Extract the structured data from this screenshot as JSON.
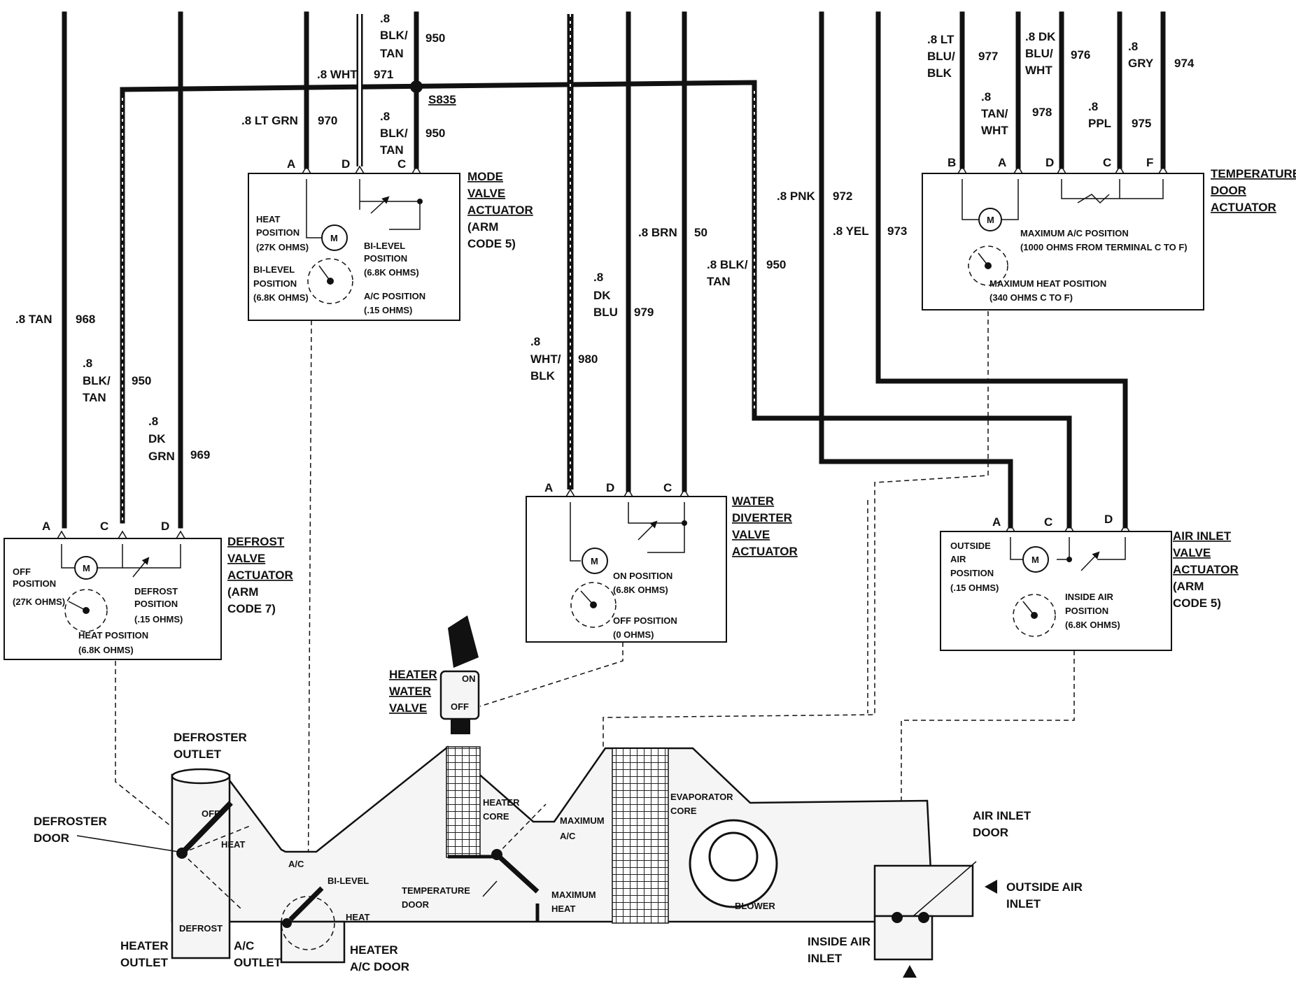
{
  "wires": {
    "w968": {
      "color": ".8 TAN",
      "circuit": "968"
    },
    "w950_left": {
      "color_a": ".8",
      "color_b": "BLK/",
      "color_c": "TAN",
      "circuit": "950"
    },
    "w969": {
      "color_a": ".8",
      "color_b": "DK",
      "color_c": "GRN",
      "circuit": "969"
    },
    "w970": {
      "color": ".8 LT GRN",
      "circuit": "970"
    },
    "w971": {
      "color": ".8 WHT",
      "circuit": "971"
    },
    "w950_top": {
      "color_a": ".8",
      "color_b": "BLK/",
      "color_c": "TAN",
      "circuit": "950"
    },
    "w950_mid": {
      "color_a": ".8",
      "color_b": "BLK/",
      "color_c": "TAN",
      "circuit": "950"
    },
    "splice": "S835",
    "w980": {
      "color_a": ".8",
      "color_b": "WHT/",
      "color_c": "BLK",
      "circuit": "980"
    },
    "w979": {
      "color_a": ".8",
      "color_b": "DK",
      "color_c": "BLU",
      "circuit": "979"
    },
    "w50": {
      "color": ".8 BRN",
      "circuit": "50"
    },
    "w950_right": {
      "color_a": ".8 BLK/",
      "color_b": "TAN",
      "circuit": "950"
    },
    "w972": {
      "color": ".8 PNK",
      "circuit": "972"
    },
    "w973": {
      "color": ".8 YEL",
      "circuit": "973"
    },
    "w977": {
      "color_a": ".8 LT",
      "color_b": "BLU/",
      "color_c": "BLK",
      "circuit": "977"
    },
    "w976": {
      "color_a": ".8 DK",
      "color_b": "BLU/",
      "color_c": "WHT",
      "circuit": "976"
    },
    "w978": {
      "color_a": ".8",
      "color_b": "TAN/",
      "color_c": "WHT",
      "circuit": "978"
    },
    "w975": {
      "color_a": ".8",
      "color_b": "PPL",
      "circuit": "975"
    },
    "w974": {
      "color_a": ".8",
      "color_b": "GRY",
      "circuit": "974"
    }
  },
  "actuators": {
    "defrost": {
      "title": [
        "DEFROST",
        "VALVE",
        "ACTUATOR"
      ],
      "code": [
        "(ARM",
        "CODE 7)"
      ],
      "terminals": [
        "A",
        "C",
        "D"
      ],
      "off_position": [
        "OFF",
        "POSITION",
        "(27K OHMS)"
      ],
      "defrost_position": [
        "DEFROST",
        "POSITION",
        "(.15 OHMS)"
      ],
      "heat_position": [
        "HEAT POSITION",
        "(6.8K OHMS)"
      ]
    },
    "mode": {
      "title": [
        "MODE",
        "VALVE",
        "ACTUATOR"
      ],
      "code": [
        "(ARM",
        "CODE 5)"
      ],
      "terminals": [
        "A",
        "D",
        "C"
      ],
      "heat_position": [
        "HEAT",
        "POSITION",
        "(27K OHMS)"
      ],
      "bilevel_right": [
        "BI-LEVEL",
        "POSITION",
        "(6.8K OHMS)"
      ],
      "bilevel_left": [
        "BI-LEVEL",
        "POSITION",
        "(6.8K OHMS)"
      ],
      "ac_position": [
        "A/C POSITION",
        "(.15 OHMS)"
      ]
    },
    "water": {
      "title": [
        "WATER",
        "DIVERTER",
        "VALVE",
        "ACTUATOR"
      ],
      "terminals": [
        "A",
        "D",
        "C"
      ],
      "on_position": [
        "ON POSITION",
        "(6.8K OHMS)"
      ],
      "off_position": [
        "OFF POSITION",
        "(0 OHMS)"
      ]
    },
    "temperature": {
      "title": [
        "TEMPERATURE",
        "DOOR",
        "ACTUATOR"
      ],
      "terminals": [
        "B",
        "A",
        "D",
        "C",
        "F"
      ],
      "max_ac": [
        "MAXIMUM A/C POSITION",
        "(1000 OHMS FROM TERMINAL C TO F)"
      ],
      "max_heat": [
        "MAXIMUM HEAT POSITION",
        "(340 OHMS C TO F)"
      ]
    },
    "air_inlet": {
      "title": [
        "AIR INLET",
        "VALVE",
        "ACTUATOR"
      ],
      "code": [
        "(ARM",
        "CODE 5)"
      ],
      "terminals": [
        "A",
        "C",
        "D"
      ],
      "outside_air": [
        "OUTSIDE",
        "AIR",
        "POSITION",
        "(.15 OHMS)"
      ],
      "inside_air": [
        "INSIDE AIR",
        "POSITION",
        "(6.8K OHMS)"
      ]
    },
    "motor_label": "M"
  },
  "hvac": {
    "heater_water_valve": [
      "HEATER",
      "WATER",
      "VALVE"
    ],
    "valve_on": "ON",
    "valve_off": "OFF",
    "defroster_outlet": [
      "DEFROSTER",
      "OUTLET"
    ],
    "defroster_door": [
      "DEFROSTER",
      "DOOR"
    ],
    "off": "OFF",
    "heat": "HEAT",
    "defrost": "DEFROST",
    "ac": "A/C",
    "bilevel": "BI-LEVEL",
    "heat2": "HEAT",
    "heater_outlet": [
      "HEATER",
      "OUTLET"
    ],
    "ac_outlet": [
      "A/C",
      "OUTLET"
    ],
    "heater_ac_door": [
      "HEATER",
      "A/C DOOR"
    ],
    "heater_core": [
      "HEATER",
      "CORE"
    ],
    "temperature_door": [
      "TEMPERATURE",
      "DOOR"
    ],
    "maximum_ac": [
      "MAXIMUM",
      "A/C"
    ],
    "maximum_heat": [
      "MAXIMUM",
      "HEAT"
    ],
    "evaporator_core": [
      "EVAPORATOR",
      "CORE"
    ],
    "blower": "BLOWER",
    "air_inlet_door": [
      "AIR INLET",
      "DOOR"
    ],
    "outside_air_inlet": [
      "OUTSIDE AIR",
      "INLET"
    ],
    "inside_air_inlet": [
      "INSIDE AIR",
      "INLET"
    ]
  }
}
